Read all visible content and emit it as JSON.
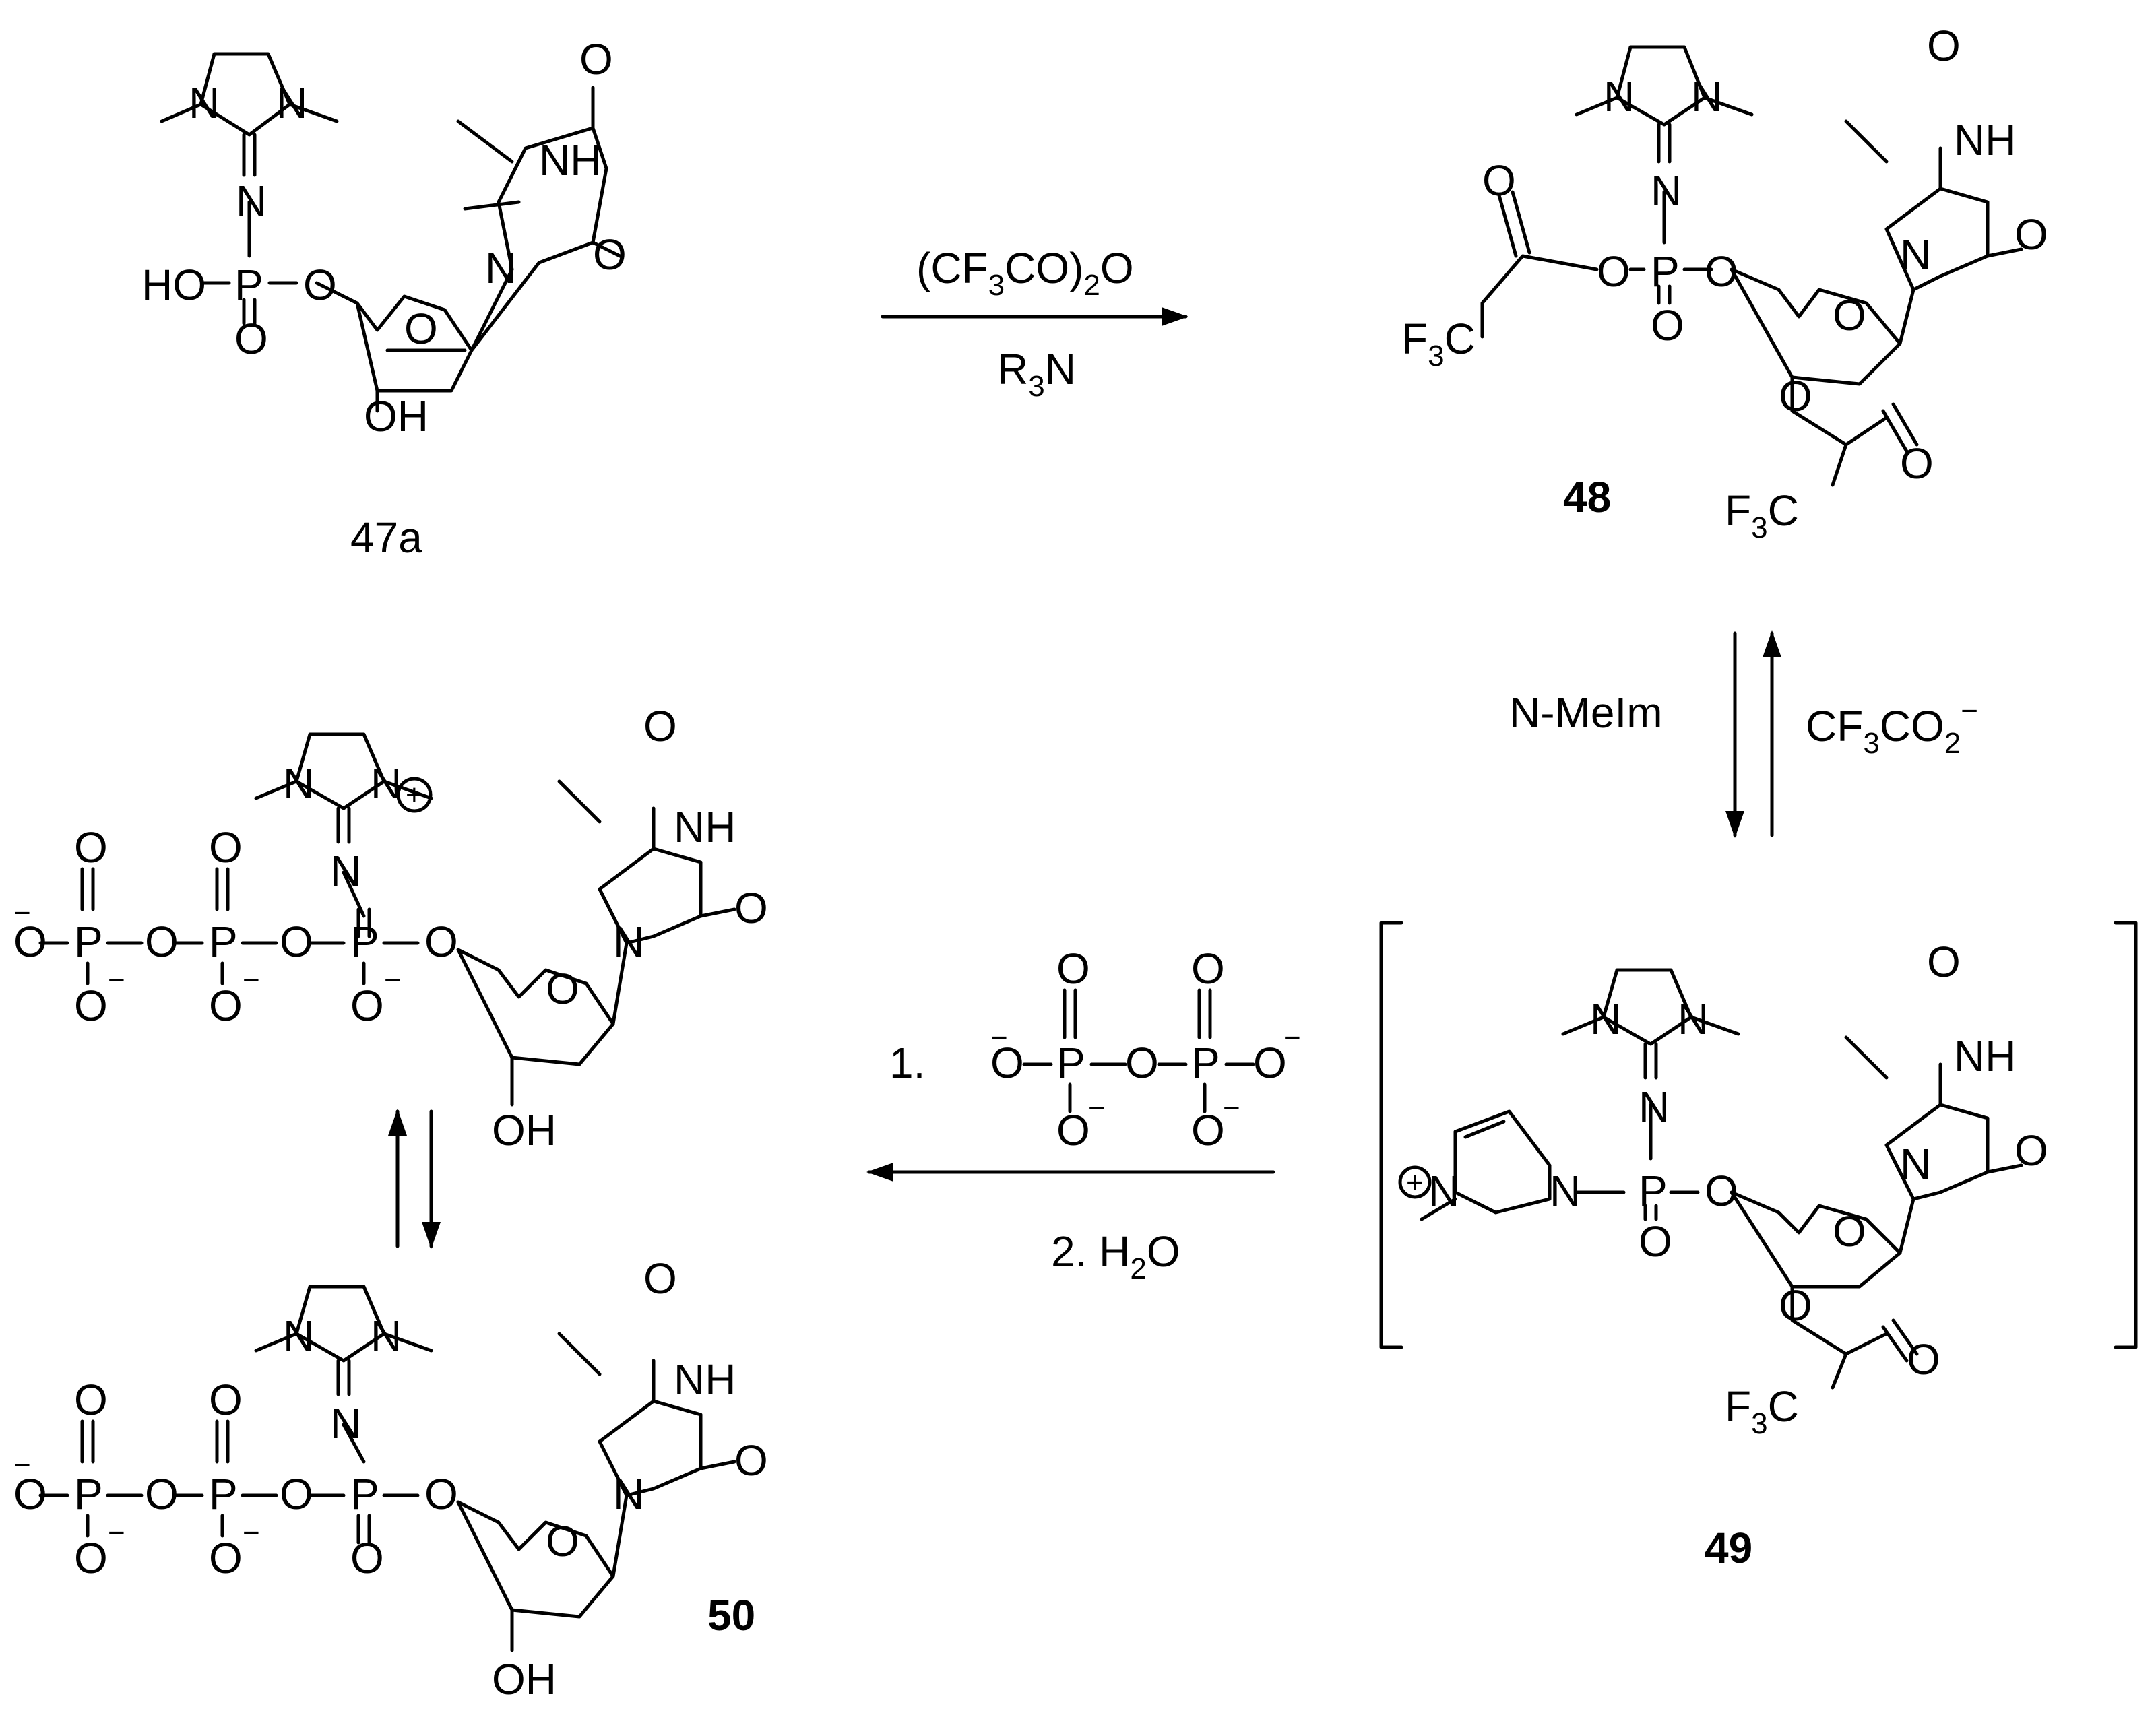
{
  "compounds": {
    "c47a": "47a",
    "c48": "48",
    "c49": "49",
    "c50": "50"
  },
  "reagents": {
    "r1_tfaa_main": "(CF",
    "r1_tfaa_sub": "3",
    "r1_tfaa_tail": "CO)",
    "r1_tfaa_sub2": "2",
    "r1_tfaa_end": "O",
    "r1_base_main": "R",
    "r1_base_sub": "3",
    "r1_base_end": "N",
    "r2_forward": "N-MeIm",
    "r2_back_main": "CF",
    "r2_back_sub": "3",
    "r2_back_tail": "CO",
    "r2_back_sub2": "2",
    "r2_back_charge": "−",
    "r3_step1": "1.",
    "r3_step2_main": "2. H",
    "r3_step2_sub": "2",
    "r3_step2_end": "O"
  },
  "atoms": {
    "N": "N",
    "O": "O",
    "P": "P",
    "NH": "NH",
    "HO": "HO",
    "OH": "OH",
    "F3C_main": "F",
    "F3C_sub": "3",
    "F3C_end": "C",
    "minus": "−",
    "plus": "+"
  },
  "colors": {
    "ink": "#000000",
    "background": "#ffffff"
  }
}
